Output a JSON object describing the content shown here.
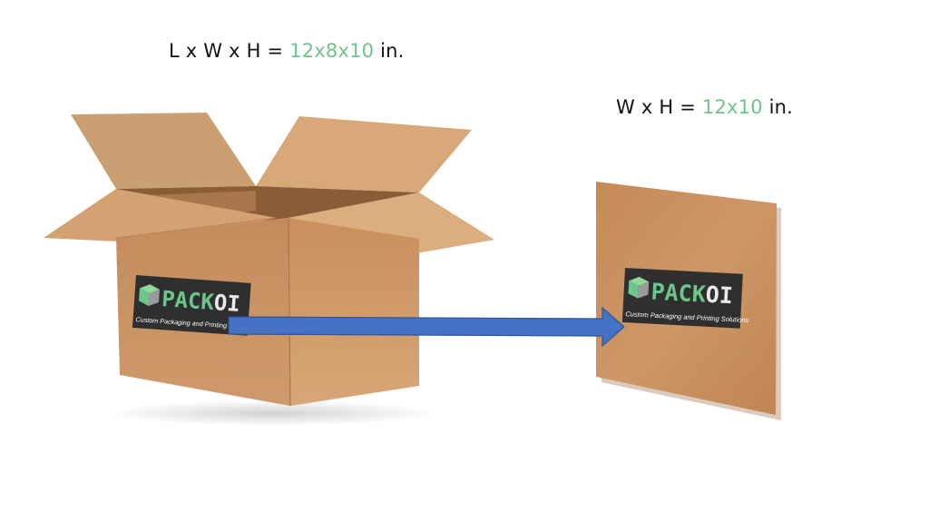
{
  "box_formula": {
    "prefix": "L x W x H = ",
    "value": "12x8x10",
    "suffix": " in."
  },
  "sheet_formula": {
    "prefix": "W x H = ",
    "value": "12x10",
    "suffix": " in."
  },
  "logo": {
    "word_part1": "PACK",
    "word_part2": "OI",
    "tagline": "Custom Packaging and Printing Solutions"
  },
  "colors": {
    "accent_green": "#6cc58a",
    "arrow_blue": "#4472c4",
    "cardboard": "#c9905e",
    "logo_bg": "#2f2f2f"
  }
}
